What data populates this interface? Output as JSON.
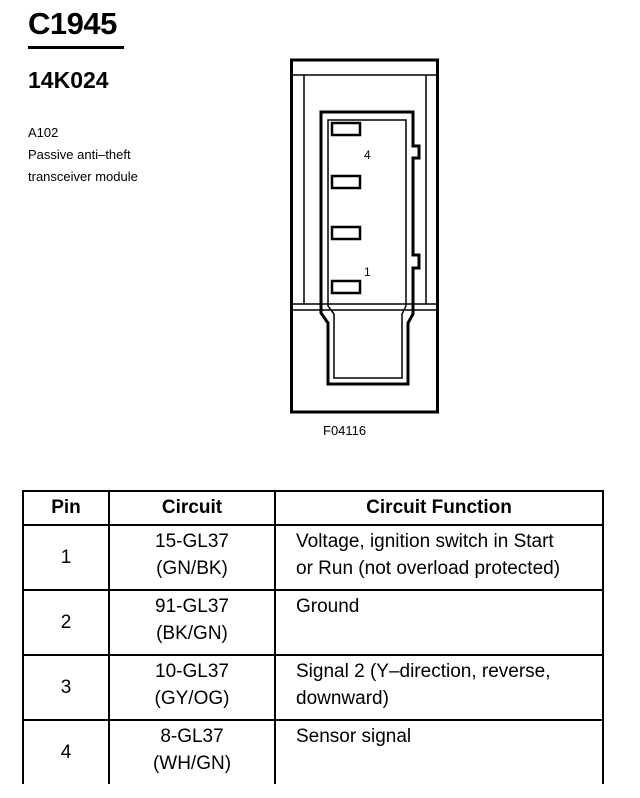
{
  "header": {
    "connector_id": "C1945",
    "part_number": "14K024",
    "location_code": "A102",
    "description_line1": "Passive anti–theft",
    "description_line2": "transceiver module"
  },
  "diagram": {
    "pin_label_top": "4",
    "pin_label_bottom": "1",
    "figure_ref": "F04116"
  },
  "table": {
    "headers": [
      "Pin",
      "Circuit",
      "Circuit Function"
    ],
    "rows": [
      {
        "pin": "1",
        "circuit": "15-GL37",
        "color": "(GN/BK)",
        "function_line1": "Voltage, ignition switch in Start",
        "function_line2": "or Run (not overload protected)"
      },
      {
        "pin": "2",
        "circuit": "91-GL37",
        "color": "(BK/GN)",
        "function_line1": "Ground",
        "function_line2": ""
      },
      {
        "pin": "3",
        "circuit": "10-GL37",
        "color": "(GY/OG)",
        "function_line1": "Signal 2 (Y–direction, reverse,",
        "function_line2": "downward)"
      },
      {
        "pin": "4",
        "circuit": "8-GL37",
        "color": "(WH/GN)",
        "function_line1": "Sensor signal",
        "function_line2": ""
      }
    ]
  }
}
